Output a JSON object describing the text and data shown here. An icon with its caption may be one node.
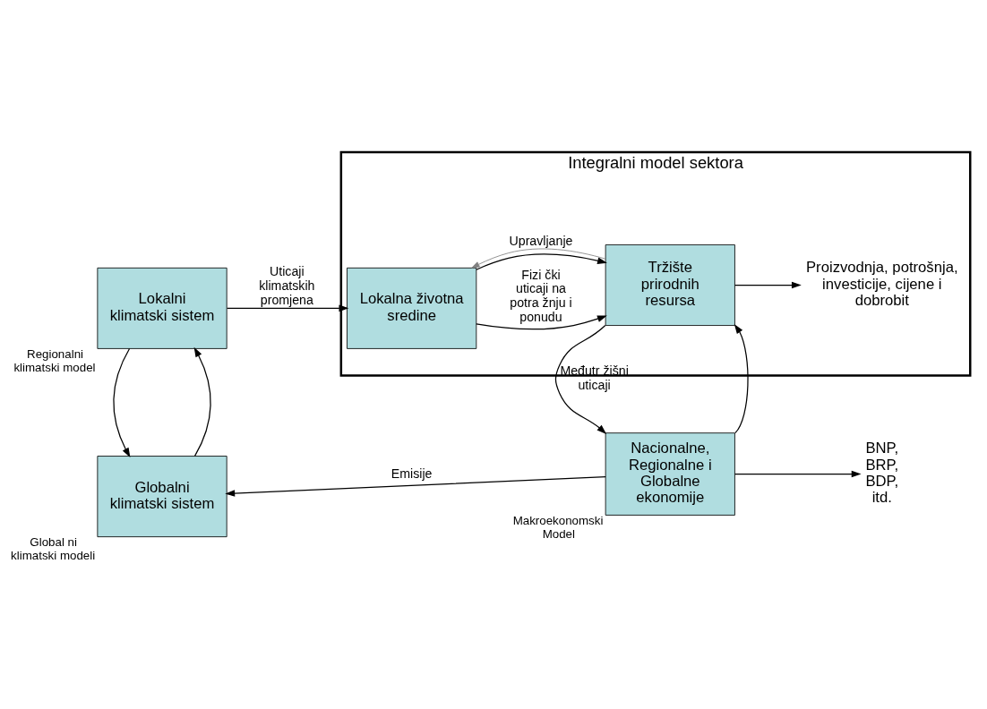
{
  "diagram": {
    "nodes": [
      {
        "text": [
          "Integralni model sektora"
        ]
      },
      {
        "text": [
          "Lokalni klimatski sistem"
        ],
        "beside": [
          "Regionalni klimatski model"
        ]
      },
      {
        "text": [
          "Lokalna životna sredine"
        ],
        "in": 0
      },
      {
        "text": [
          "Tržište prirodnih resursa"
        ],
        "in": 0
      },
      {
        "text": [
          "Proizvodnja, potrošnja, investicije, cijene i dobrobit"
        ],
        "in": 0
      },
      {
        "text": [
          "Globalni klimatski sistem"
        ],
        "beside": [
          "Global ni klimatski modeli"
        ]
      },
      {
        "text": [
          "Nacionalne, Regionalne i Globalne ekonomije"
        ],
        "beside": [
          "Makroekonomski Model"
        ]
      },
      {
        "text": [
          "BNP, BRP, BDP, itd."
        ]
      }
    ],
    "edges": [
      {
        "from": 1,
        "to": 2,
        "arrow": "to",
        "label": "Uticaji klimatskih promjena"
      },
      {
        "from": 2,
        "to": 3,
        "arrow": "to",
        "label": "Fizi čki uticaji na potra žnju i ponudu"
      },
      {
        "from": 2,
        "to": 3,
        "arrow": "to"
      },
      {
        "from": 3,
        "to": 4,
        "arrow": "to"
      },
      {
        "from": 3,
        "to": 2,
        "arrow": "to",
        "label": "Upravljanje",
        "color": "#808080"
      },
      {
        "from": 3,
        "to": 6,
        "arrow": "to",
        "label": "Međutr žišni uticaji"
      },
      {
        "from": 6,
        "to": 3,
        "arrow": "to"
      },
      {
        "from": 6,
        "to": 5,
        "arrow": "to",
        "label": "Emisije"
      },
      {
        "from": 6,
        "to": 7,
        "arrow": "to"
      },
      {
        "from": 5,
        "to": 1,
        "arrow": "to"
      },
      {
        "from": 1,
        "to": 5,
        "arrow": "to"
      }
    ]
  }
}
